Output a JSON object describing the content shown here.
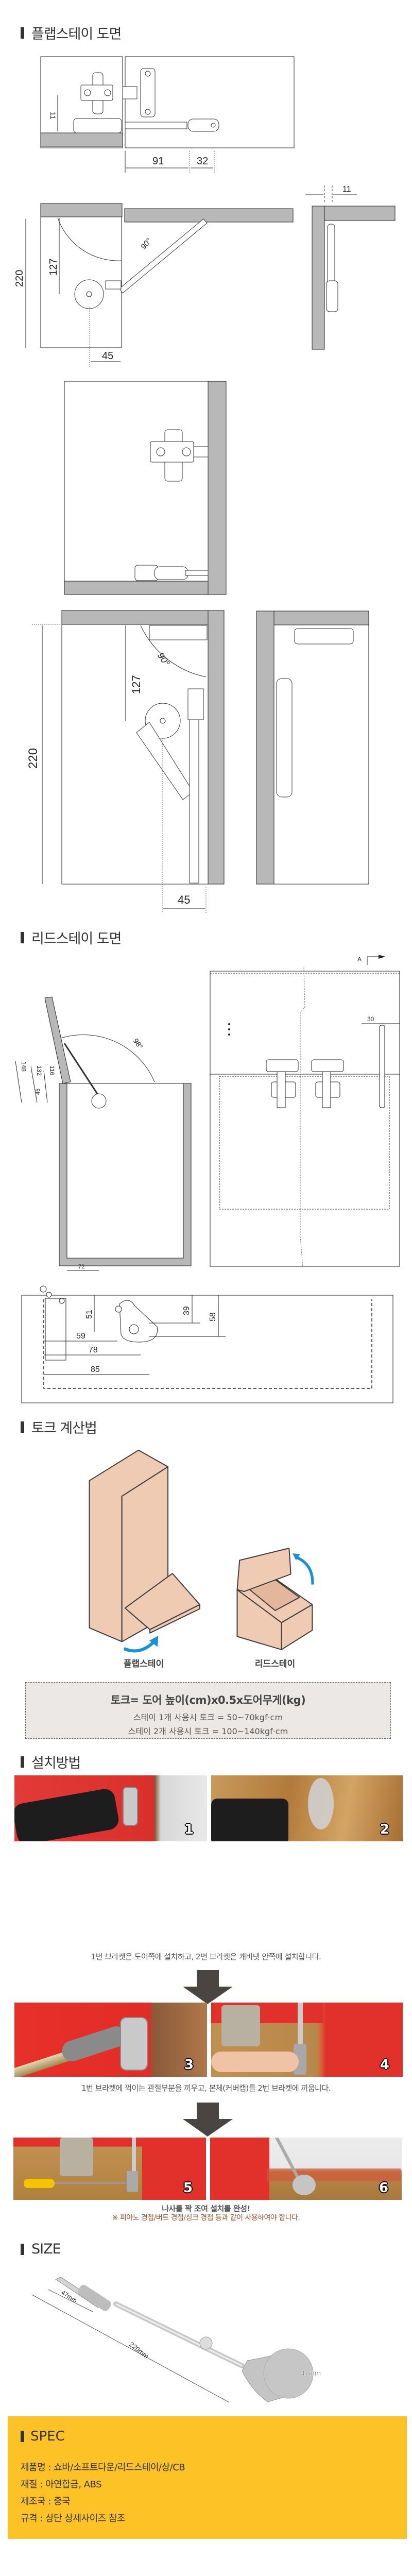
{
  "headings": {
    "flap": "플랩스테이 도면",
    "lead": "리드스테이 도면",
    "torque": "토크 계산법",
    "install": "설치방법",
    "size": "SIZE",
    "spec": "SPEC"
  },
  "flap_drawing": {
    "top_view": {
      "offset": "11",
      "dim_a": "91",
      "dim_b": "32"
    },
    "side_view_1": {
      "offset": "11",
      "height": "220",
      "pivot": "127",
      "angle": "90°",
      "depth": "45"
    },
    "side_view_2": {
      "height": "220",
      "pivot": "127",
      "angle": "90°",
      "depth": "45"
    }
  },
  "lead_drawing": {
    "side_view": {
      "angle": "98°",
      "d1": "148",
      "d2": "132",
      "d3": "116",
      "d4": "45",
      "d5": "72"
    },
    "front_view": {
      "section": "A",
      "offset": "30"
    },
    "bracket_view": {
      "v1": "51",
      "v2": "39",
      "v3": "58",
      "h1": "59",
      "h2": "78",
      "h3": "85"
    }
  },
  "torque": {
    "flap_label": "플랩스테이",
    "lead_label": "리드스테이",
    "formula": "토크= 도어 높이(cm)x0.5x도어무게(kg)",
    "line1": "스테이 1개 사용시 토크 = 50~70kgf·cm",
    "line2": "스테이 2개 사용시 토크 = 100~140kgf·cm",
    "colors": {
      "box": "#efcbb3",
      "arrow": "#1a90d8"
    }
  },
  "install": {
    "steps": [
      "1",
      "2",
      "3",
      "4",
      "5",
      "6"
    ],
    "caption1": "1번 브라켓은 도어쪽에 설치하고, 2번 브라켓은 캐비넷 안쪽에 설치합니다.",
    "caption2": "1번 브라켓에 꺽이는 관절부분을 끼우고, 본체(커버캡)를 2번 브라켓에 끼웁니다.",
    "caption3": "나사를 꽉 조여 설치를 완성!",
    "note": "※ 피아노 경첩/버트 경첩/싱크 경첩 등과 같이 사용하여야 합니다."
  },
  "size": {
    "bracket": "47mm",
    "length": "220mm",
    "body": "47mm"
  },
  "spec": {
    "lines": [
      "제품명 : 쇼바/소프트다운/리드스테이/상/CB",
      "재질 : 아연합금, ABS",
      "제조국 : 중국",
      "규격 : 상단 상세사이즈 참조"
    ],
    "bg": "#fcc226"
  }
}
